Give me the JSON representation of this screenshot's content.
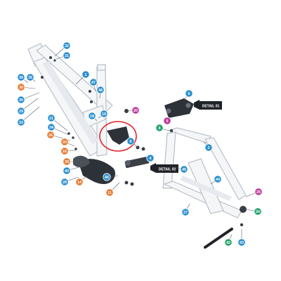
{
  "colors": {
    "blue": "#2a8fd0",
    "orange": "#e8762d",
    "magenta": "#c0389a",
    "green": "#23a36b",
    "highlight": "#e0262b",
    "frame": "#f5f6f8"
  },
  "details": {
    "d1": "DETAIL 01",
    "d2": "DETAIL 02"
  },
  "callouts": [
    {
      "n": "32",
      "color": "blue"
    },
    {
      "n": "31",
      "color": "blue"
    },
    {
      "n": "1",
      "color": "blue"
    },
    {
      "n": "36",
      "color": "blue"
    },
    {
      "n": "35",
      "color": "blue"
    },
    {
      "n": "30",
      "color": "orange"
    },
    {
      "n": "30",
      "color": "blue"
    },
    {
      "n": "29",
      "color": "blue"
    },
    {
      "n": "33",
      "color": "blue"
    },
    {
      "n": "47",
      "color": "blue"
    },
    {
      "n": "48",
      "color": "blue"
    },
    {
      "n": "19",
      "color": "blue"
    },
    {
      "n": "18",
      "color": "blue"
    },
    {
      "n": "20",
      "color": "magenta"
    },
    {
      "n": "21",
      "color": "blue"
    },
    {
      "n": "34",
      "color": "blue"
    },
    {
      "n": "26",
      "color": "orange"
    },
    {
      "n": "20",
      "color": "orange"
    },
    {
      "n": "16",
      "color": "orange"
    },
    {
      "n": "39",
      "color": "orange"
    },
    {
      "n": "40",
      "color": "blue"
    },
    {
      "n": "28",
      "color": "blue"
    },
    {
      "n": "14",
      "color": "orange"
    },
    {
      "n": "11",
      "color": "orange"
    },
    {
      "n": "46",
      "color": "blue"
    },
    {
      "n": "8",
      "color": "blue"
    },
    {
      "n": "4",
      "color": "blue"
    },
    {
      "n": "6",
      "color": "blue"
    },
    {
      "n": "5",
      "color": "magenta"
    },
    {
      "n": "8",
      "color": "green"
    },
    {
      "n": "2",
      "color": "blue"
    },
    {
      "n": "45",
      "color": "blue"
    },
    {
      "n": "44",
      "color": "blue"
    },
    {
      "n": "25",
      "color": "magenta"
    },
    {
      "n": "27",
      "color": "blue"
    },
    {
      "n": "24",
      "color": "green"
    },
    {
      "n": "42",
      "color": "green"
    },
    {
      "n": "43",
      "color": "blue"
    }
  ]
}
